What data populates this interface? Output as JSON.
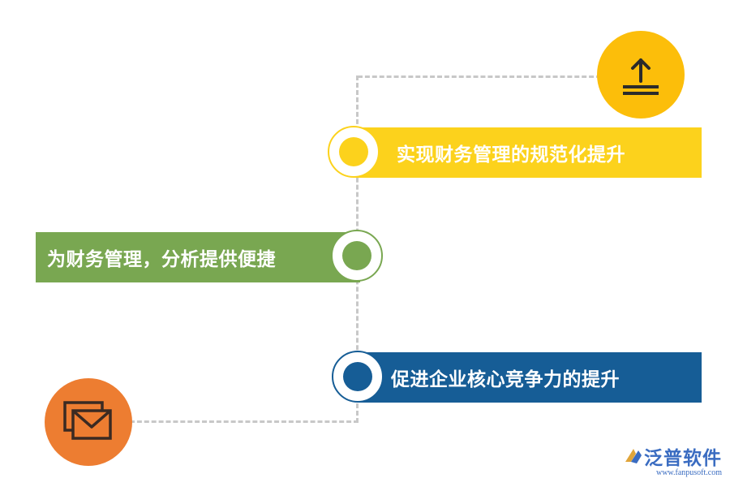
{
  "items": [
    {
      "label": "实现财务管理的规范化提升",
      "color": "#fcd21c"
    },
    {
      "label": "为财务管理，分析提供便捷",
      "color": "#79a751"
    },
    {
      "label": "促进企业核心竞争力的提升",
      "color": "#165d96"
    }
  ],
  "icons": {
    "top": {
      "name": "upload-icon",
      "color": "#fcbe0a"
    },
    "bottom": {
      "name": "mail-icon",
      "color": "#ed7d31"
    }
  },
  "logo": {
    "text": "泛普软件",
    "url": "www.fanpusoft.com",
    "color": "#3a6cc1"
  }
}
